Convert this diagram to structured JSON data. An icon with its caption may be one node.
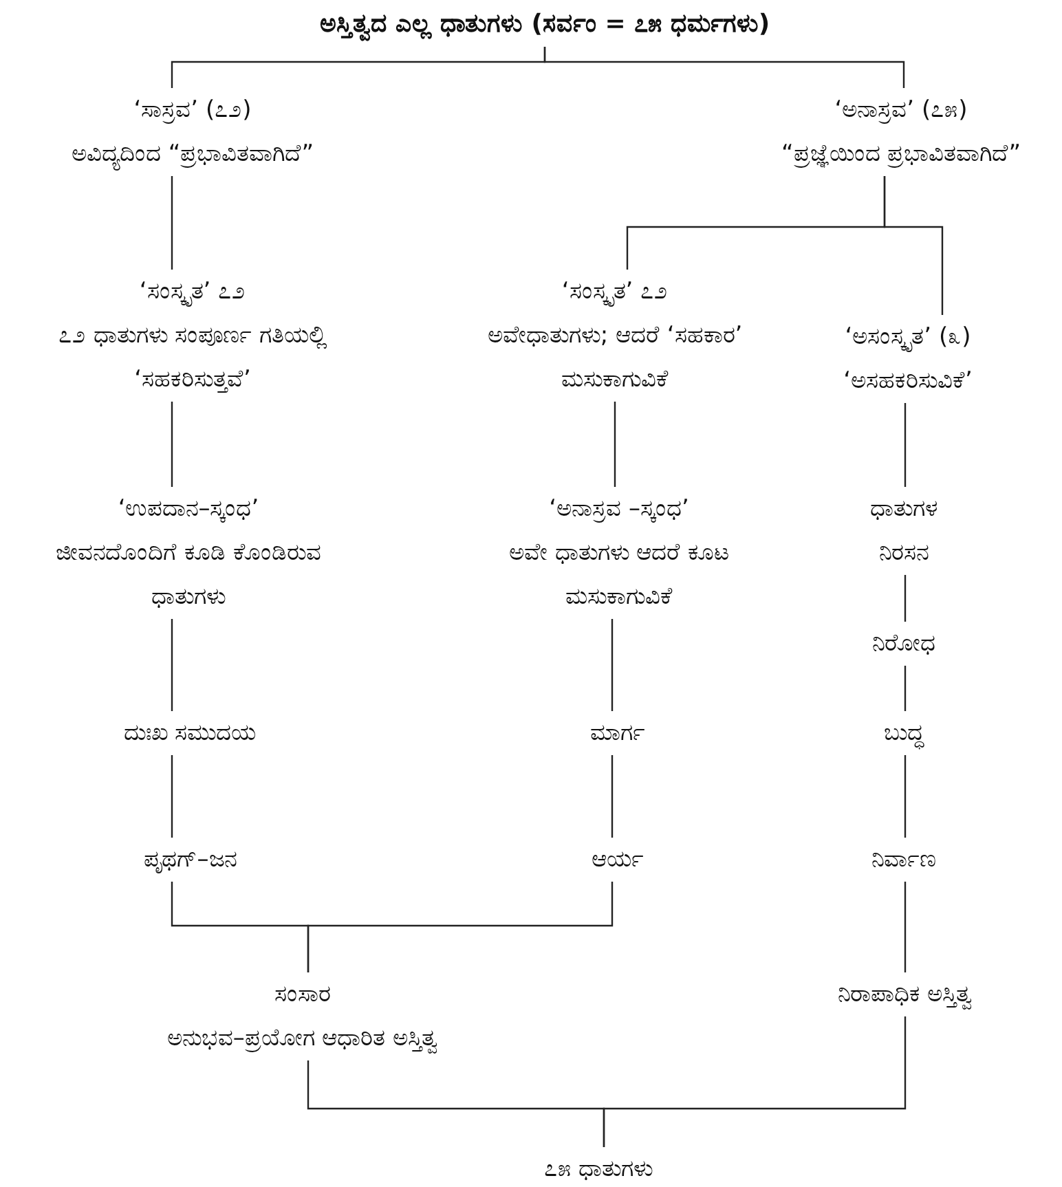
{
  "diagram": {
    "nodes": [
      {
        "text": [
          "ಅಸ್ತಿತ್ವದ ಎಲ್ಲ ಧಾತುಗಳು (ಸರ್ವಂ = ೭೫ ಧರ್ಮಗಳು)"
        ]
      },
      {
        "text": [
          "‘ಸಾಸ್ರವ’ (೭೨)",
          "ಅವಿದ್ಯದಿಂದ “ಪ್ರಭಾವಿತವಾಗಿದೆ”"
        ]
      },
      {
        "text": [
          "‘ಅನಾಸ್ರವ’ (೭೫)",
          "“ಪ್ರಜ್ಞೆಯಿಂದ ಪ್ರಭಾವಿತವಾಗಿದೆ”"
        ]
      },
      {
        "text": [
          "‘ಸಂಸ್ಕೃತ’ ೭೨",
          "೭೨ ಧಾತುಗಳು ಸಂಪೂರ್ಣ ಗತಿಯಲ್ಲಿ ‘ಸಹಕರಿಸುತ್ತವೆ’"
        ]
      },
      {
        "text": [
          "‘ಸಂಸ್ಕೃತ’ ೭೨",
          "ಅವೇಧಾತುಗಳು; ಆದರೆ ‘ಸಹಕಾರ’ ಮಸುಕಾಗುವಿಕೆ"
        ]
      },
      {
        "text": [
          "‘ಅಸಂಸ್ಕೃತ’ (೩)",
          "‘ಅಸಹಕರಿಸುವಿಕೆ’"
        ]
      },
      {
        "text": [
          "‘ಉಪದಾನ–ಸ್ಕಂಧ’",
          "ಜೀವನದೊಂದಿಗೆ ಕೂಡಿ ಕೊಂಡಿರುವ ಧಾತುಗಳು"
        ]
      },
      {
        "text": [
          "‘ಅನಾಸ್ರವ –ಸ್ಕಂಧ’",
          "ಅವೇ ಧಾತುಗಳು ಆದರೆ ಕೂಟ ಮಸುಕಾಗುವಿಕೆ"
        ]
      },
      {
        "text": [
          "ಧಾತುಗಳ ನಿರಸನ"
        ]
      },
      {
        "text": [
          "ನಿರೋಧ"
        ]
      },
      {
        "text": [
          "ದುಃಖ ಸಮುದಯ"
        ]
      },
      {
        "text": [
          "ಮಾರ್ಗ"
        ]
      },
      {
        "text": [
          "ಬುದ್ಧ"
        ]
      },
      {
        "text": [
          "ಪೃಥಗ್–ಜನ"
        ]
      },
      {
        "text": [
          "ಆರ್ಯ"
        ]
      },
      {
        "text": [
          "ನಿರ್ವಾಣ"
        ]
      },
      {
        "text": [
          "ಸಂಸಾರ",
          "ಅನುಭವ–ಪ್ರಯೋಗ ಆಧಾರಿತ ಅಸ್ತಿತ್ವ"
        ]
      },
      {
        "text": [
          "ನಿರಾಪಾಧಿಕ ಅಸ್ತಿತ್ವ"
        ]
      },
      {
        "text": [
          "೭೫ ಧಾತುಗಳು"
        ]
      }
    ],
    "edges": [
      {
        "from": 0,
        "to": 1,
        "arrow": "none"
      },
      {
        "from": 0,
        "to": 2,
        "arrow": "none"
      },
      {
        "from": 1,
        "to": 3,
        "arrow": "none"
      },
      {
        "from": 2,
        "to": 4,
        "arrow": "none"
      },
      {
        "from": 2,
        "to": 5,
        "arrow": "none"
      },
      {
        "from": 3,
        "to": 6,
        "arrow": "none"
      },
      {
        "from": 4,
        "to": 7,
        "arrow": "none"
      },
      {
        "from": 5,
        "to": 8,
        "arrow": "none"
      },
      {
        "from": 6,
        "to": 10,
        "arrow": "none"
      },
      {
        "from": 7,
        "to": 11,
        "arrow": "none"
      },
      {
        "from": 8,
        "to": 9,
        "arrow": "none"
      },
      {
        "from": 9,
        "to": 12,
        "arrow": "none"
      },
      {
        "from": 10,
        "to": 13,
        "arrow": "none"
      },
      {
        "from": 11,
        "to": 14,
        "arrow": "none"
      },
      {
        "from": 12,
        "to": 15,
        "arrow": "none"
      },
      {
        "from": 13,
        "to": 16,
        "arrow": "none"
      },
      {
        "from": 14,
        "to": 16,
        "arrow": "none"
      },
      {
        "from": 15,
        "to": 17,
        "arrow": "none"
      },
      {
        "from": 16,
        "to": 18,
        "arrow": "none"
      },
      {
        "from": 17,
        "to": 18,
        "arrow": "none"
      }
    ]
  }
}
